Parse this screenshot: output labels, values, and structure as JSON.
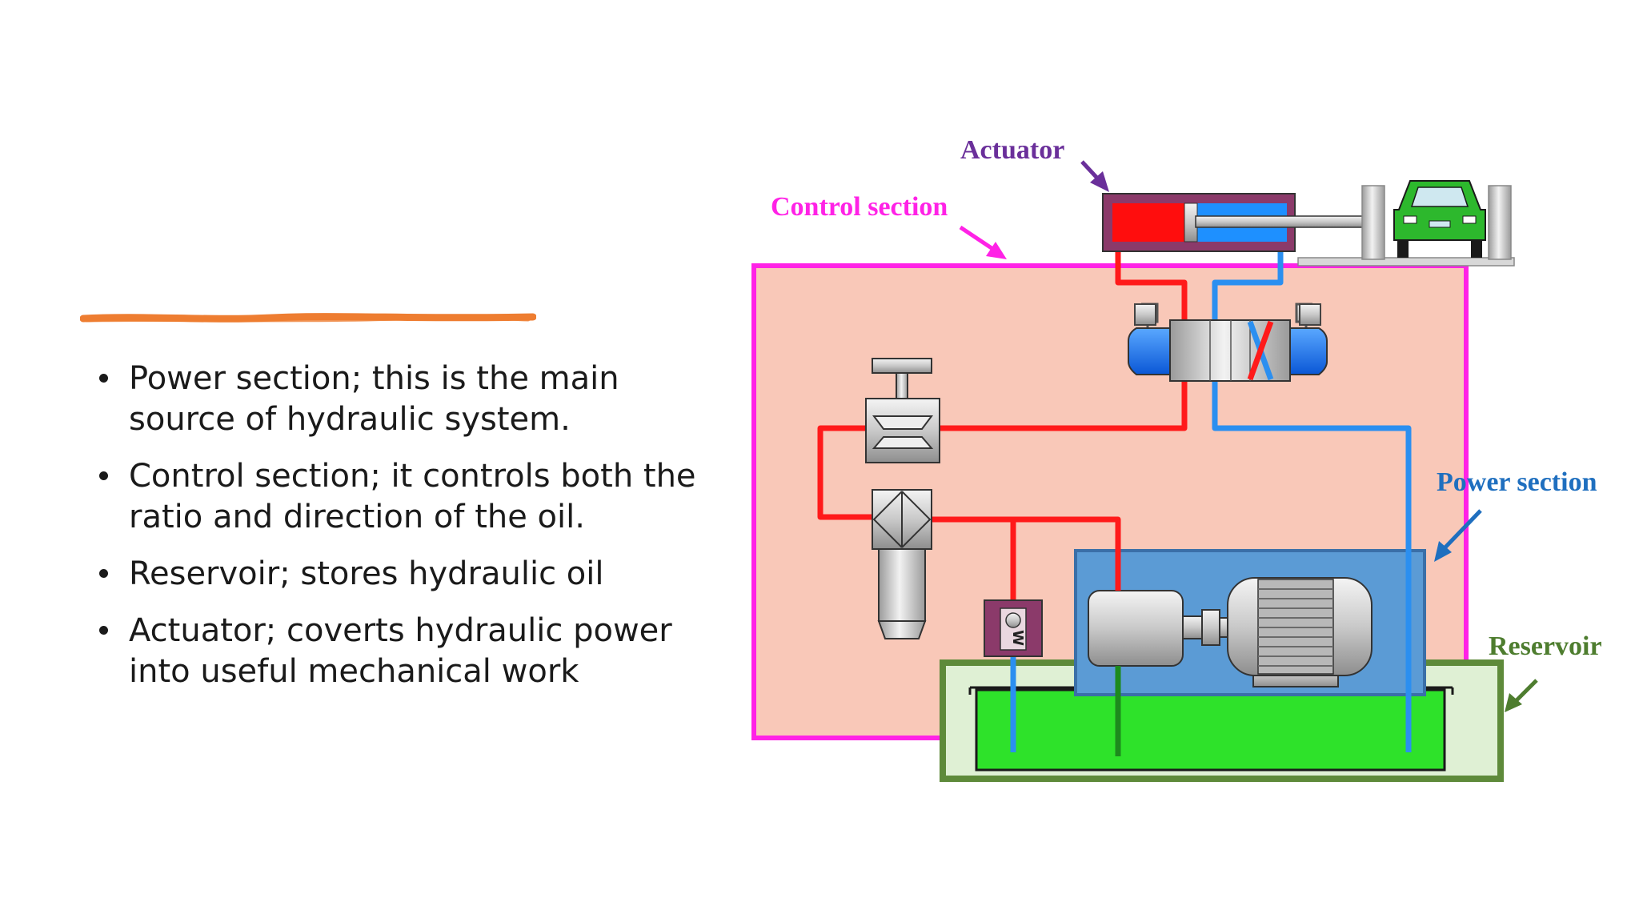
{
  "bullets": [
    "Power section; this is the main source of hydraulic system.",
    "Control section; it controls both the ratio and direction of the oil.",
    "Reservoir; stores hydraulic oil",
    "Actuator; coverts hydraulic power into useful mechanical work"
  ],
  "diagram": {
    "labels": {
      "actuator": "Actuator",
      "control_section": "Control section",
      "power_section": "Power section",
      "reservoir": "Reservoir",
      "spring_mark": "W"
    },
    "colors": {
      "actuator_label": "#6a2f9a",
      "control_label": "#ff22e6",
      "power_label": "#1f6fbf",
      "reservoir_label": "#4e7d2f",
      "control_box_fill": "#f9c8b8",
      "control_box_border": "#ff22e6",
      "power_box_fill": "#5b9bd5",
      "reservoir_fill": "#2ee22a",
      "pressure_line": "#ff1a1a",
      "return_line": "#2b8ff0",
      "highlight_stroke": "#ee7d31"
    },
    "icons": [
      "car-icon",
      "hydraulic-cylinder-icon",
      "directional-valve-icon",
      "relief-valve-icon",
      "filter-icon",
      "check-valve-icon",
      "pump-icon",
      "electric-motor-icon"
    ]
  }
}
